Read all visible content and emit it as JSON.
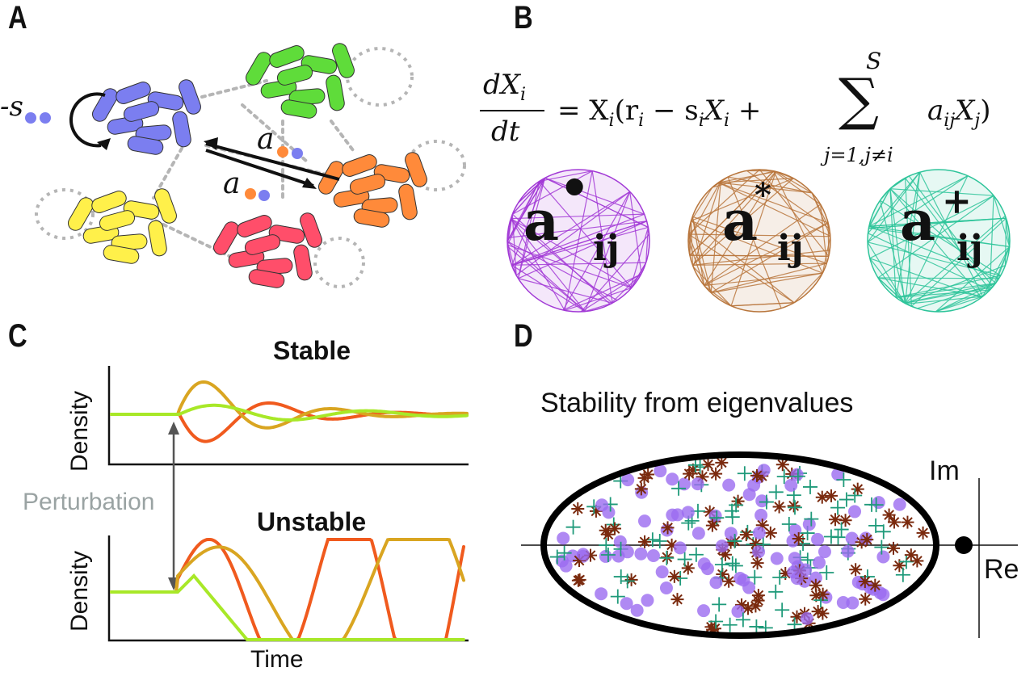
{
  "panels": {
    "a": "A",
    "b": "B",
    "c": "C",
    "d": "D"
  },
  "panel_a": {
    "self_label": "-s",
    "interaction_label": "a",
    "colors": {
      "blue": "#7b7ef0",
      "green": "#5fdc3a",
      "orange": "#ff8a3a",
      "yellow": "#fff04a",
      "red": "#ff4e6a",
      "arrow": "#111111",
      "dotted": "#b5b5b5"
    }
  },
  "panel_b": {
    "equation": {
      "lhs_num": "dX",
      "lhs_num_sub": "i",
      "lhs_den": "dt",
      "rhs_a": "= X",
      "rhs_a_sub": "i",
      "rhs_b": "(r",
      "rhs_b_sub": "i",
      "rhs_c": " − s",
      "rhs_c_sub": "i",
      "rhs_d": "X",
      "rhs_d_sub": "i",
      "rhs_e": " +",
      "sum_top": "S",
      "sum_bottom": "j=1,j≠i",
      "rhs_f": "a",
      "rhs_f_sub": "ij",
      "rhs_g": "X",
      "rhs_g_sub": "j",
      "rhs_h": ")"
    },
    "networks": [
      {
        "base": "a",
        "mark": "•",
        "sub": "ij",
        "color": "#a23ad6"
      },
      {
        "base": "a",
        "mark": "*",
        "sub": "ij",
        "color": "#b8763c"
      },
      {
        "base": "a",
        "mark": "+",
        "sub": "ij",
        "color": "#2ec49a"
      }
    ]
  },
  "panel_c": {
    "stable_title": "Stable",
    "unstable_title": "Unstable",
    "ylabel_top": "Density",
    "ylabel_bottom": "Density",
    "xlabel": "Time",
    "perturbation_label": "Perturbation",
    "colors": {
      "red": "#f05a1e",
      "gold": "#d9a521",
      "lime": "#a8e828",
      "arrow": "#555555",
      "perturb_text": "#9aa3a3"
    }
  },
  "panel_d": {
    "title": "Stability from eigenvalues",
    "im_label": "Im",
    "re_label": "Re",
    "colors": {
      "purple": "#9b6cf0",
      "brown": "#7a2a0e",
      "teal": "#1f9a7a",
      "ellipse": "#000000"
    }
  }
}
